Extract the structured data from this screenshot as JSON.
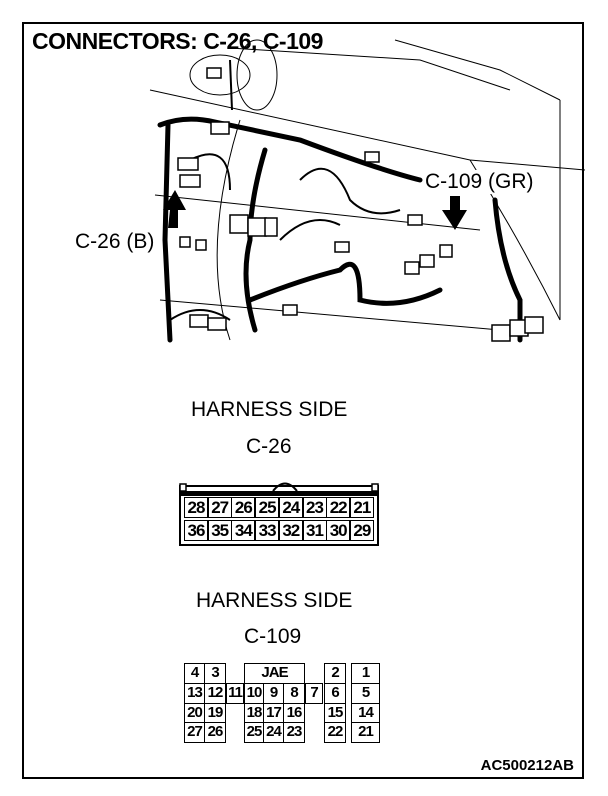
{
  "title": "CONNECTORS: C-26, C-109",
  "illustration": {
    "callout_c26": "C-26 (B)",
    "callout_c109": "C-109 (GR)"
  },
  "c26": {
    "heading": "HARNESS SIDE",
    "name": "C-26",
    "rows": [
      [
        "28",
        "27",
        "26",
        "25",
        "24",
        "23",
        "22",
        "21"
      ],
      [
        "36",
        "35",
        "34",
        "33",
        "32",
        "31",
        "30",
        "29"
      ]
    ]
  },
  "c109": {
    "heading": "HARNESS SIDE",
    "name": "C-109",
    "brand": "JAE",
    "pins": [
      {
        "n": "4",
        "c": 0,
        "r": 0
      },
      {
        "n": "3",
        "c": 1,
        "r": 0
      },
      {
        "n": "2",
        "c": 7,
        "r": 0
      },
      {
        "n": "1",
        "c": 8,
        "r": 0
      },
      {
        "n": "13",
        "c": 0,
        "r": 1
      },
      {
        "n": "12",
        "c": 1,
        "r": 1
      },
      {
        "n": "11",
        "c": 2,
        "r": 1
      },
      {
        "n": "10",
        "c": 3,
        "r": 1
      },
      {
        "n": "9",
        "c": 4,
        "r": 1
      },
      {
        "n": "8",
        "c": 5,
        "r": 1
      },
      {
        "n": "7",
        "c": 6,
        "r": 1
      },
      {
        "n": "6",
        "c": 7,
        "r": 1
      },
      {
        "n": "5",
        "c": 8,
        "r": 1
      },
      {
        "n": "20",
        "c": 0,
        "r": 2
      },
      {
        "n": "19",
        "c": 1,
        "r": 2
      },
      {
        "n": "18",
        "c": 3,
        "r": 2
      },
      {
        "n": "17",
        "c": 4,
        "r": 2
      },
      {
        "n": "16",
        "c": 5,
        "r": 2
      },
      {
        "n": "15",
        "c": 7,
        "r": 2
      },
      {
        "n": "14",
        "c": 8,
        "r": 2
      },
      {
        "n": "27",
        "c": 0,
        "r": 3
      },
      {
        "n": "26",
        "c": 1,
        "r": 3
      },
      {
        "n": "25",
        "c": 3,
        "r": 3
      },
      {
        "n": "24",
        "c": 4,
        "r": 3
      },
      {
        "n": "23",
        "c": 5,
        "r": 3
      },
      {
        "n": "22",
        "c": 7,
        "r": 3
      },
      {
        "n": "21",
        "c": 8,
        "r": 3
      }
    ]
  },
  "figure_code": "AC500212AB"
}
